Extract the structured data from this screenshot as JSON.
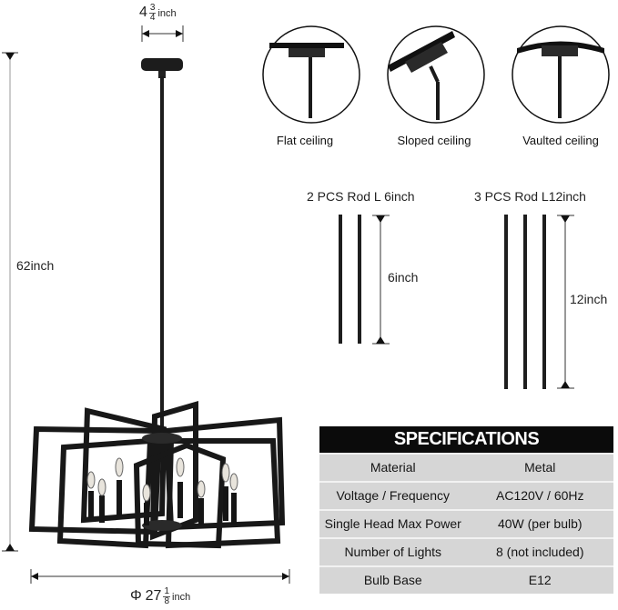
{
  "dimensions": {
    "canopy_width": {
      "whole": "4",
      "num": "3",
      "den": "4",
      "unit": "inch"
    },
    "height_label": "62inch",
    "diameter": {
      "prefix": "Φ",
      "whole": "27",
      "num": "1",
      "den": "8",
      "unit": "inch"
    }
  },
  "ceilings": [
    {
      "label": "Flat ceiling",
      "icon": "flat-ceiling-icon"
    },
    {
      "label": "Sloped ceiling",
      "icon": "sloped-ceiling-icon"
    },
    {
      "label": "Vaulted ceiling",
      "icon": "vaulted-ceiling-icon"
    }
  ],
  "rods": [
    {
      "title": "2 PCS Rod L 6inch",
      "length_label": "6inch",
      "count": 2
    },
    {
      "title": "3 PCS Rod L12inch",
      "length_label": "12inch",
      "count": 3
    }
  ],
  "specifications": {
    "title": "SPECIFICATIONS",
    "rows": [
      {
        "key": "Material",
        "value": "Metal"
      },
      {
        "key": "Voltage / Frequency",
        "value": "AC120V / 60Hz"
      },
      {
        "key": "Single Head Max Power",
        "value": "40W (per bulb)"
      },
      {
        "key": "Number of Lights",
        "value": "8 (not included)"
      },
      {
        "key": "Bulb Base",
        "value": "E12"
      }
    ]
  },
  "colors": {
    "header_bg": "#0b0b0b",
    "row_bg": "#d6d6d6",
    "fixture": "#1a1a1a"
  }
}
